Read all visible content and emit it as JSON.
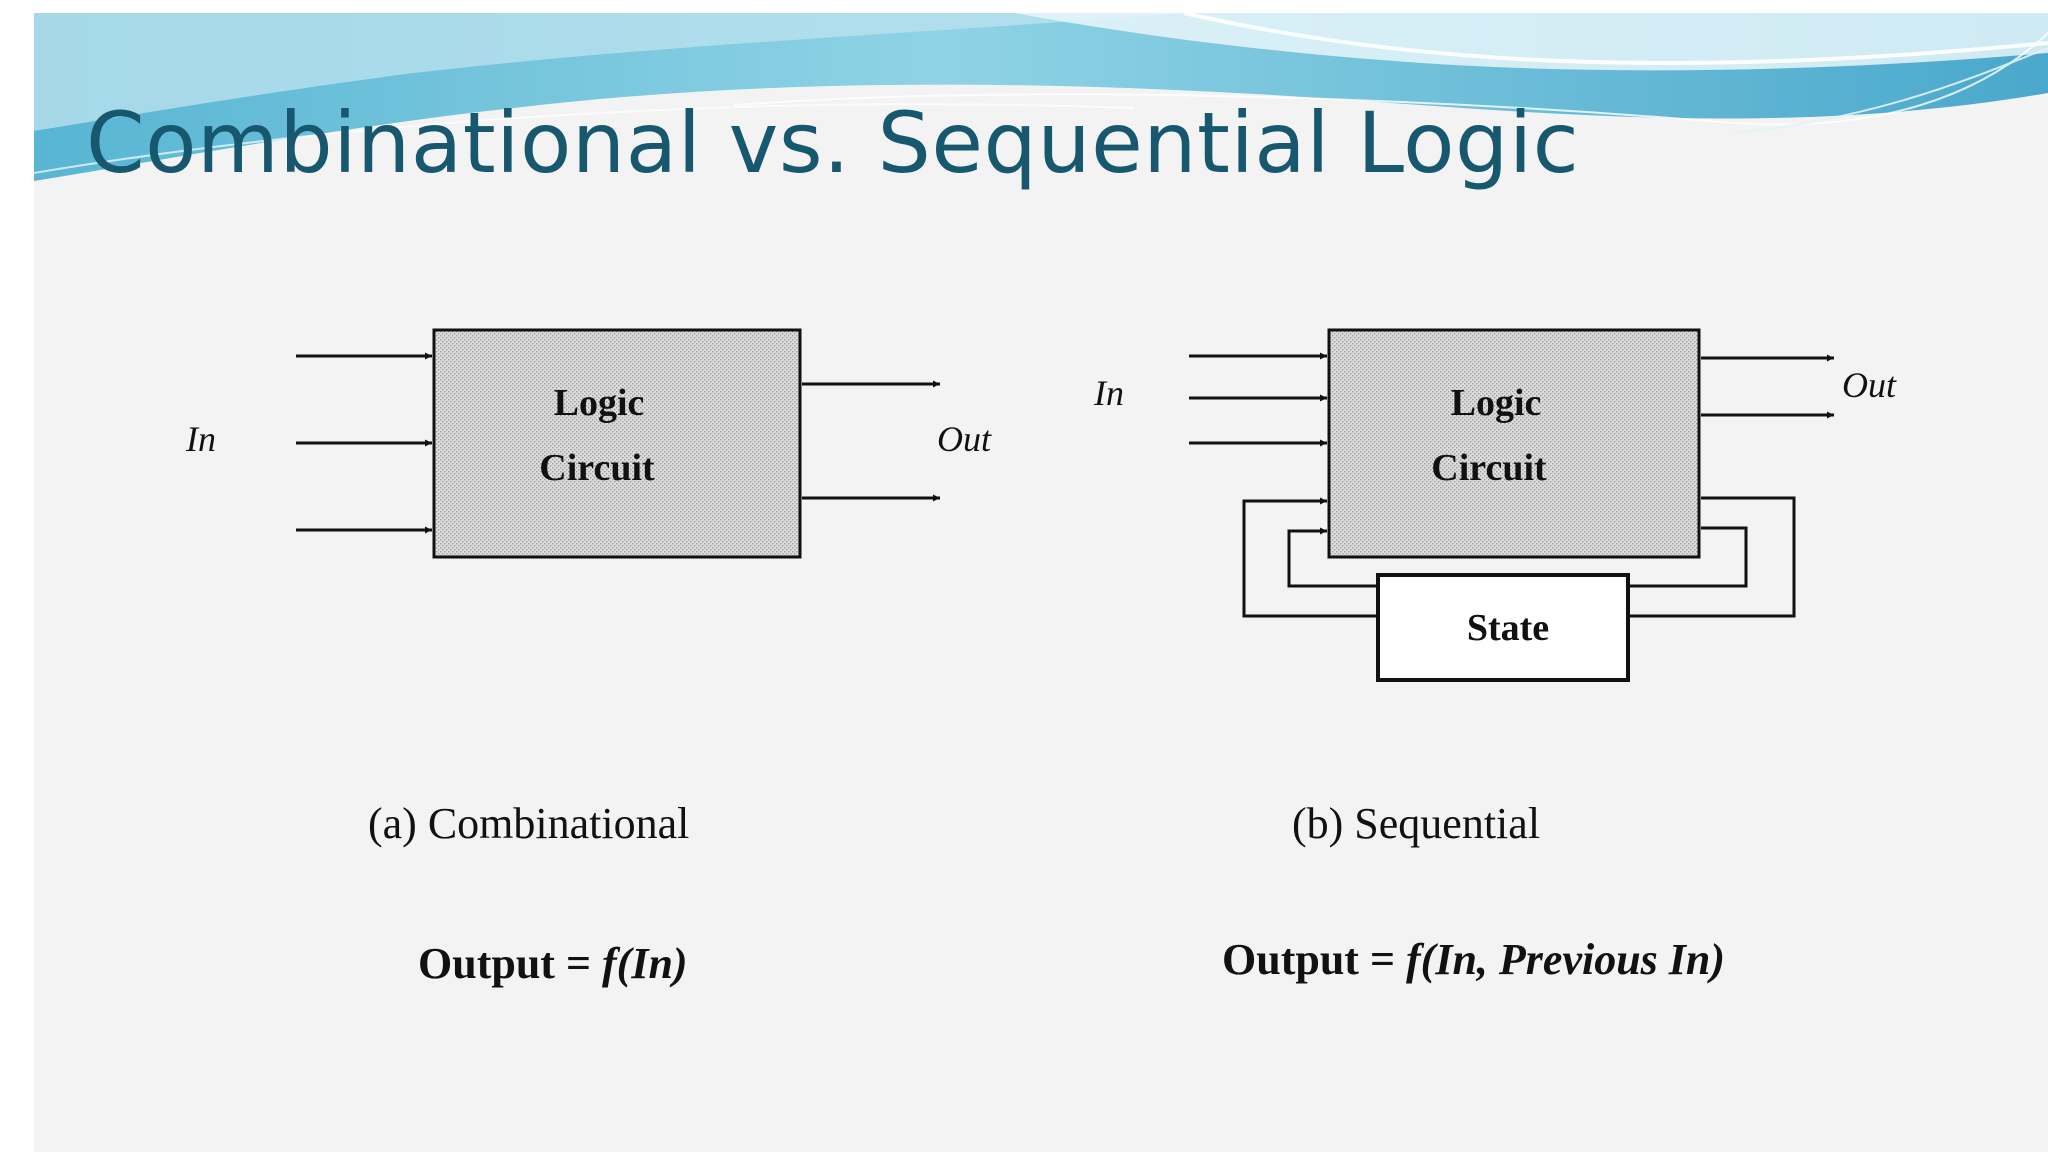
{
  "title": "Combinational vs. Sequential Logic",
  "combinational": {
    "in_label": "In",
    "out_label": "Out",
    "box_line1": "Logic",
    "box_line2": "Circuit",
    "caption": "(a) Combinational",
    "formula_lhs": "Output = ",
    "formula_rhs": "f(In)"
  },
  "sequential": {
    "in_label": "In",
    "out_label": "Out",
    "box_line1": "Logic",
    "box_line2": "Circuit",
    "state_label": "State",
    "caption": "(b) Sequential",
    "formula_lhs": "Output = ",
    "formula_rhs": "f(In, Previous In)"
  },
  "colors": {
    "title": "#17586e",
    "wave_light": "#bfe4ef",
    "wave_mid": "#7ccbe0",
    "wave_dark": "#3a9bbf",
    "box_fill": "#d9d9d9"
  }
}
